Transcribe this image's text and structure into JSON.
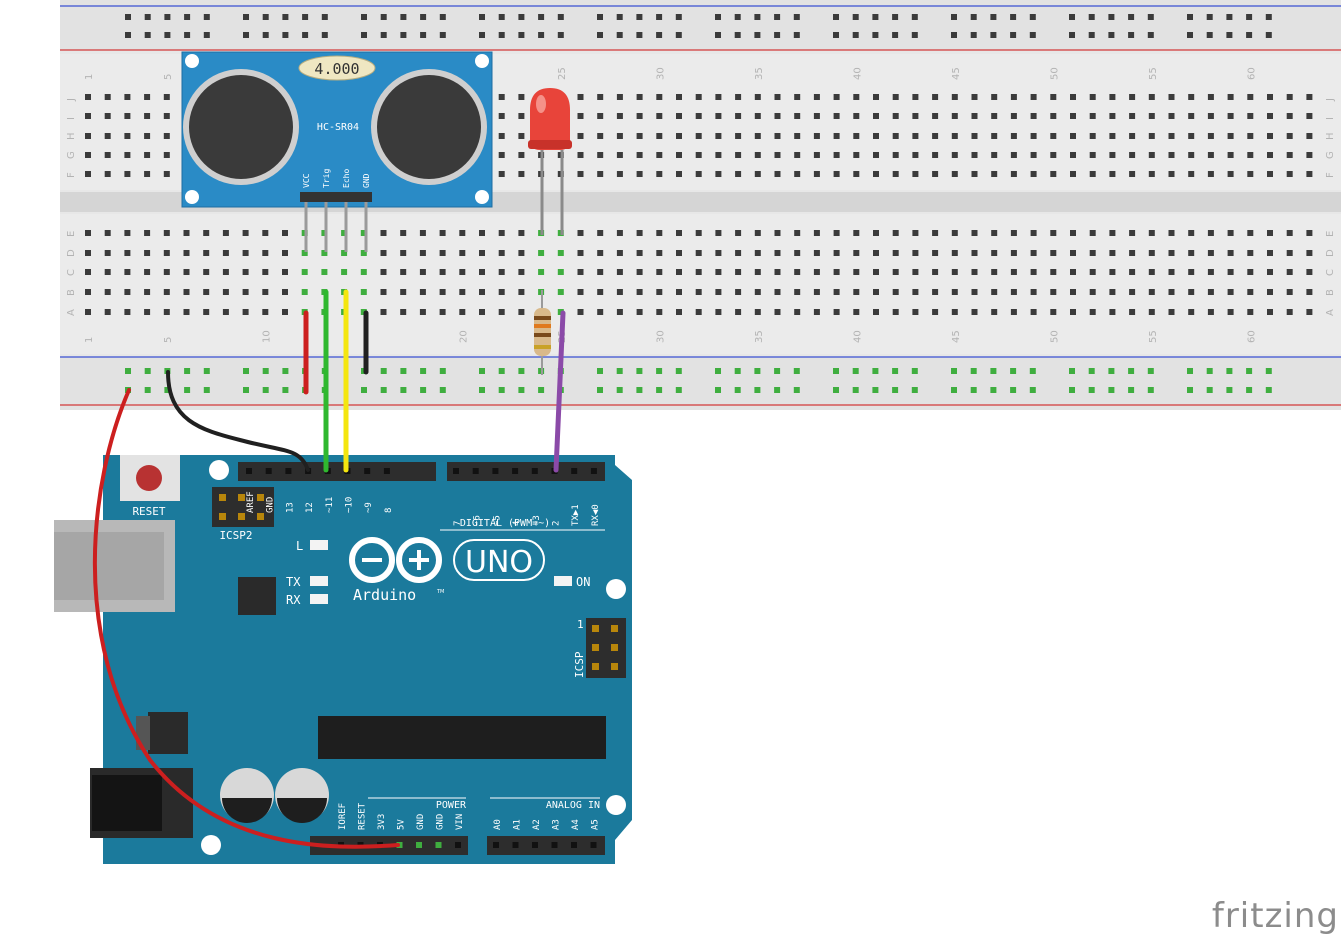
{
  "breadboard": {
    "column_numbers": [
      "1",
      "5",
      "10",
      "20",
      "25",
      "30",
      "35",
      "40",
      "45",
      "50",
      "55",
      "60"
    ],
    "row_letters_top": [
      "J",
      "I",
      "H",
      "G",
      "F"
    ],
    "row_letters_bottom": [
      "E",
      "D",
      "C",
      "B",
      "A"
    ]
  },
  "sensor": {
    "model": "HC-SR04",
    "crystal": "4.000",
    "pins": [
      "VCC",
      "Trig",
      "Echo",
      "GND"
    ]
  },
  "arduino": {
    "reset_label": "RESET",
    "icsp2_label": "ICSP2",
    "icsp_label": "ICSP",
    "icsp_pin1": "1",
    "l_label": "L",
    "tx_label": "TX",
    "rx_label": "RX",
    "on_label": "ON",
    "logo_text": "Arduino",
    "tm": "TM",
    "uno_text": "UNO",
    "digital_label": "DIGITAL (PWM=~)",
    "power_label": "POWER",
    "analog_label": "ANALOG IN",
    "digital_pins_left": [
      "AREF",
      "GND",
      "13",
      "12",
      "~11",
      "~10",
      "~9",
      "8"
    ],
    "digital_pins_right": [
      "7",
      "~6",
      "~5",
      "4",
      "~3",
      "2",
      "TX▶1",
      "RX◀0"
    ],
    "power_pins": [
      "IOREF",
      "RESET",
      "3V3",
      "5V",
      "GND",
      "GND",
      "VIN"
    ],
    "analog_pins": [
      "A0",
      "A1",
      "A2",
      "A3",
      "A4",
      "A5"
    ]
  },
  "watermark": "fritzing",
  "colors": {
    "board_blue": "#1b7a9c",
    "sensor_blue": "#2a8bc6",
    "breadboard": "#e6e6e6",
    "rail_red": "#d33a3a",
    "rail_blue": "#3a4fd3",
    "wire_red": "#cc1f1f",
    "wire_green": "#2fb82f",
    "wire_yellow": "#f4e60f",
    "wire_black": "#202020",
    "wire_purple": "#8b4aa8"
  }
}
